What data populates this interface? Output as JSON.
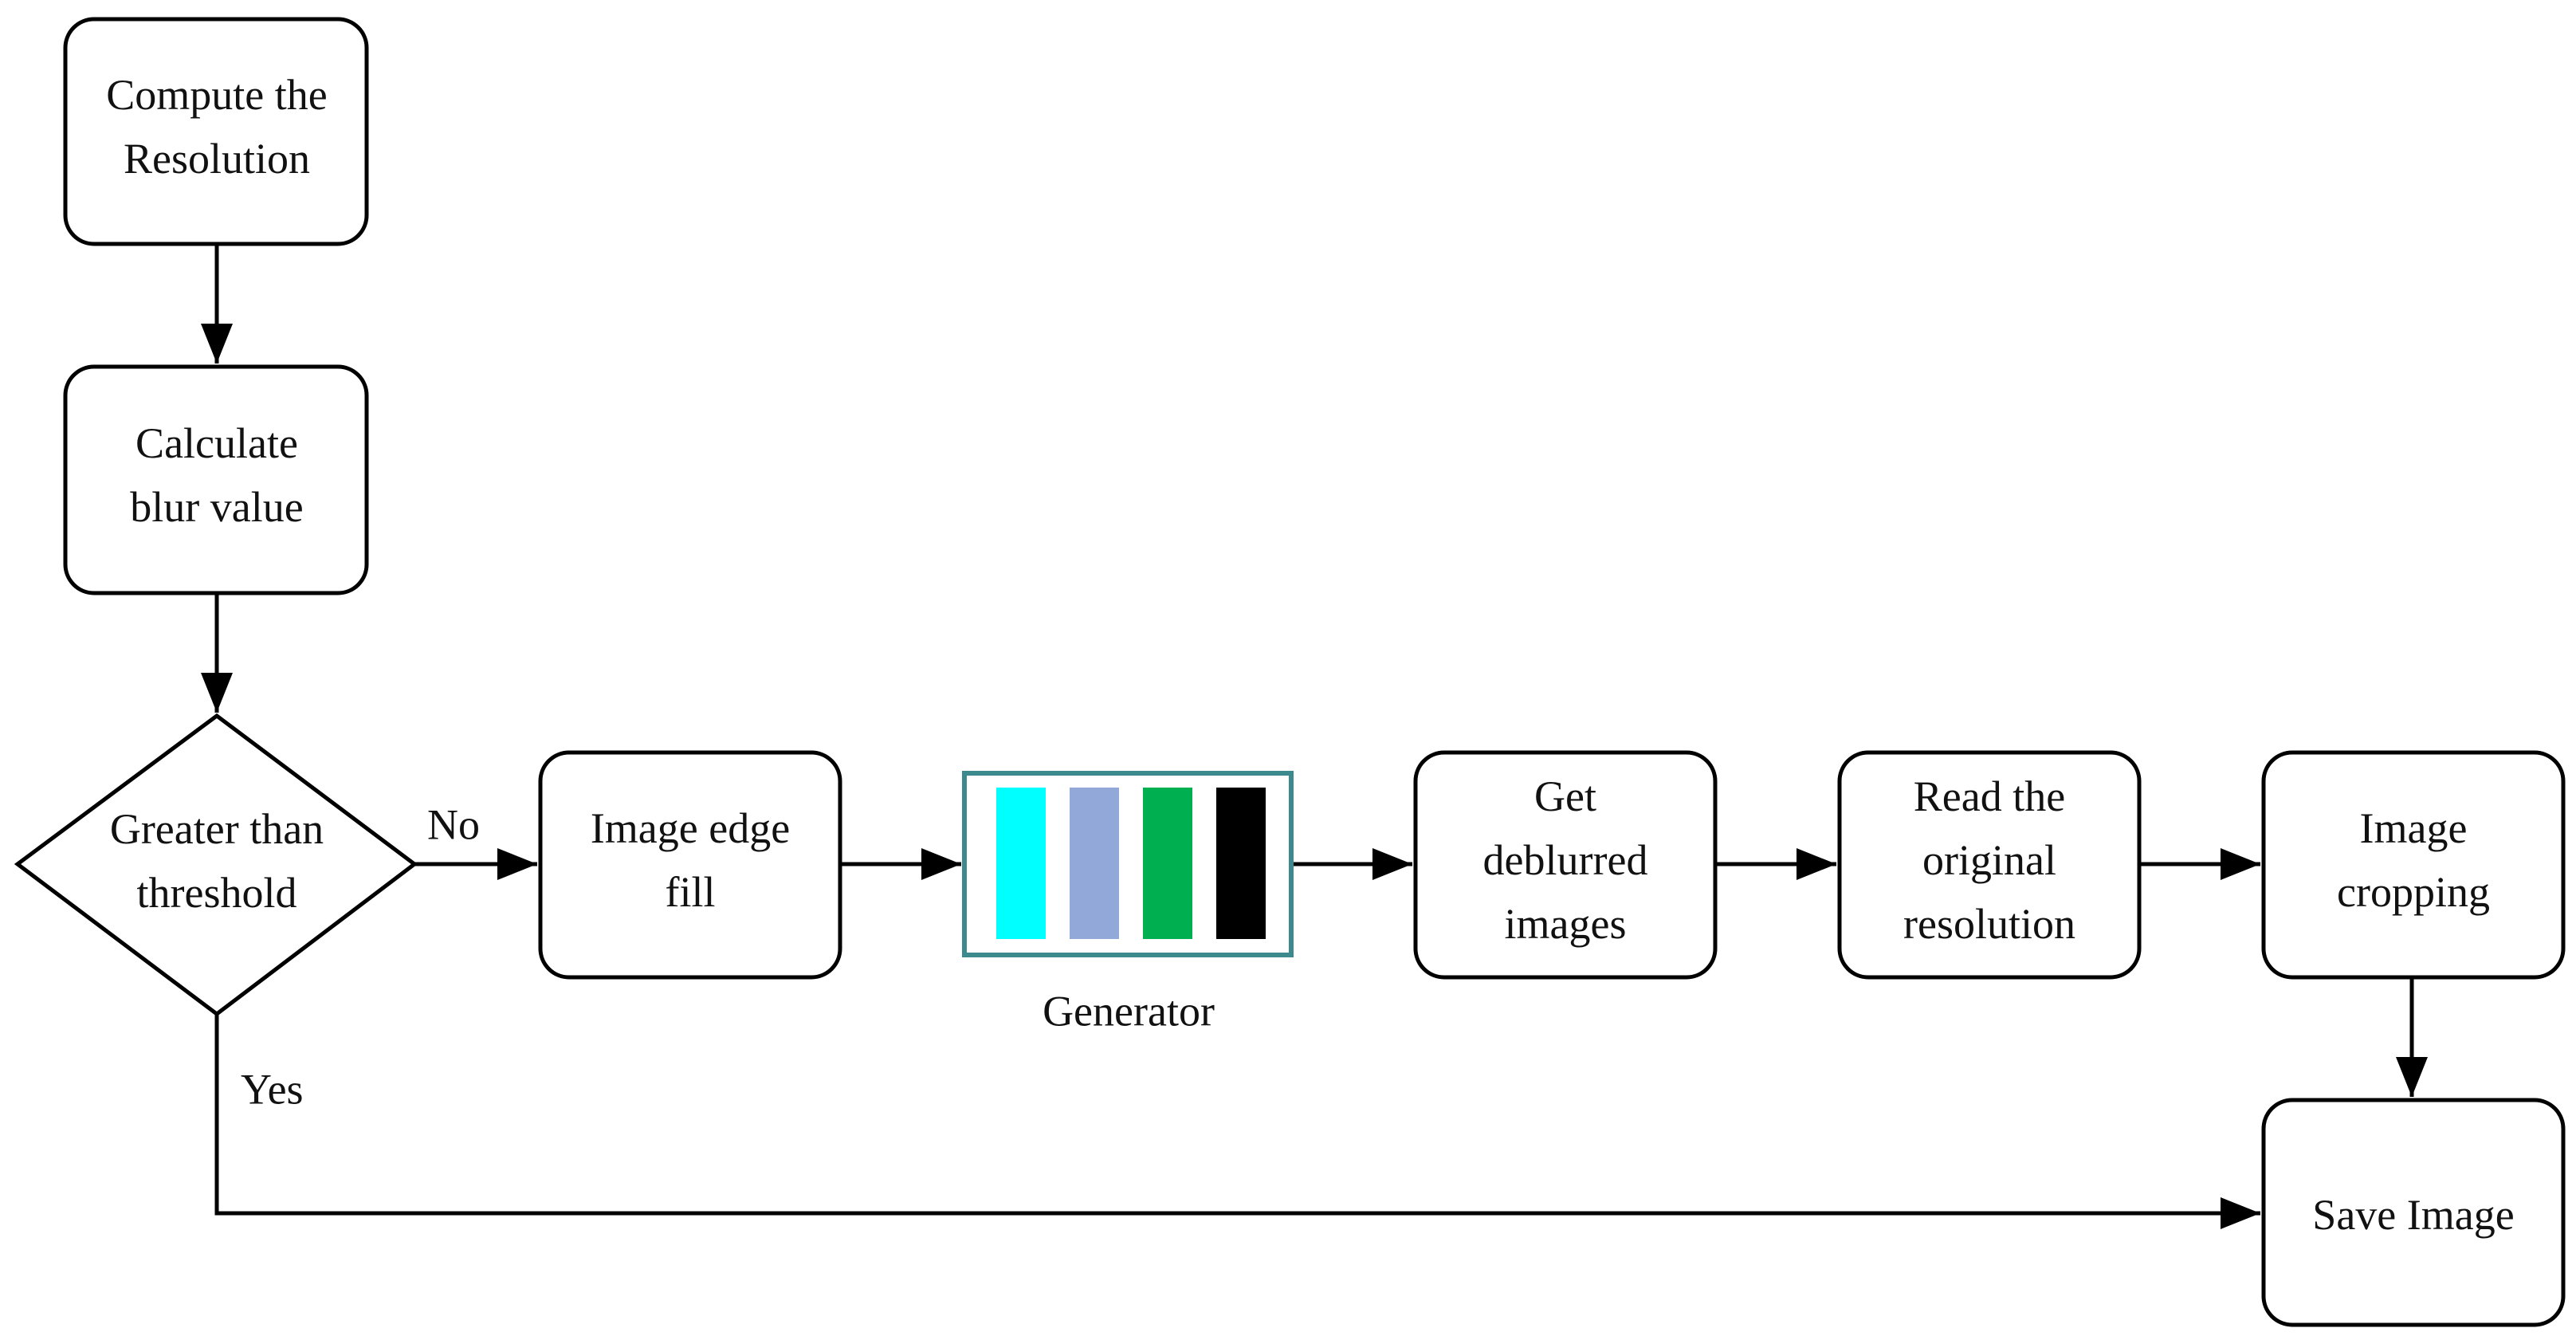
{
  "nodes": {
    "compute_resolution": [
      "Compute the",
      "Resolution"
    ],
    "calculate_blur": [
      "Calculate",
      "blur value"
    ],
    "threshold_decision": [
      "Greater than",
      "threshold"
    ],
    "edge_fill": [
      "Image edge",
      "fill"
    ],
    "generator": "Generator",
    "get_deblurred": [
      "Get",
      "deblurred",
      "images"
    ],
    "read_original": [
      "Read the",
      "original",
      "resolution"
    ],
    "cropping": [
      "Image",
      "cropping"
    ],
    "save_image": [
      "Save Image"
    ]
  },
  "edge_labels": {
    "no": "No",
    "yes": "Yes"
  },
  "generator_bar_colors": [
    "#00ffff",
    "#91a8d8",
    "#00b050",
    "#000000"
  ],
  "colors": {
    "stroke": "#000000",
    "generator_border": "#3d8a8e"
  }
}
